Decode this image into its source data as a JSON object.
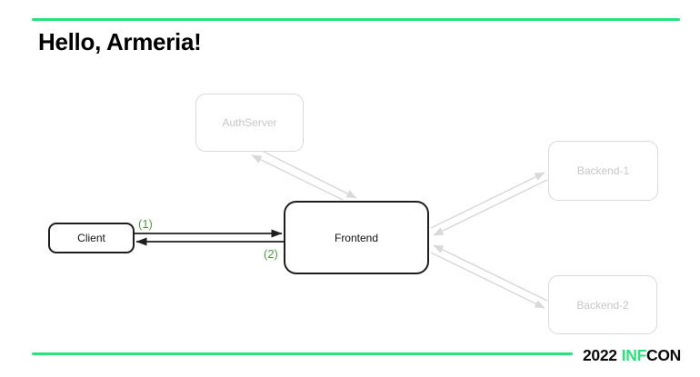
{
  "slide": {
    "title": "Hello, Armeria!"
  },
  "diagram": {
    "nodes": [
      {
        "id": "client",
        "label": "Client",
        "state": "active"
      },
      {
        "id": "frontend",
        "label": "Frontend",
        "state": "active"
      },
      {
        "id": "auth-server",
        "label": "AuthServer",
        "state": "inactive"
      },
      {
        "id": "backend-1",
        "label": "Backend-1",
        "state": "inactive"
      },
      {
        "id": "backend-2",
        "label": "Backend-2",
        "state": "inactive"
      }
    ],
    "edge_labels": {
      "request": "(1)",
      "response": "(2)"
    },
    "edges": [
      {
        "from": "client",
        "to": "frontend",
        "label": "(1)",
        "style": "active"
      },
      {
        "from": "frontend",
        "to": "client",
        "label": "(2)",
        "style": "active"
      },
      {
        "from": "frontend",
        "to": "auth-server",
        "style": "inactive"
      },
      {
        "from": "auth-server",
        "to": "frontend",
        "style": "inactive"
      },
      {
        "from": "frontend",
        "to": "backend-1",
        "style": "inactive"
      },
      {
        "from": "backend-1",
        "to": "frontend",
        "style": "inactive"
      },
      {
        "from": "frontend",
        "to": "backend-2",
        "style": "inactive"
      },
      {
        "from": "backend-2",
        "to": "frontend",
        "style": "inactive"
      }
    ]
  },
  "footer": {
    "year": "2022",
    "brand_highlight": "INF",
    "brand_rest": "CON"
  },
  "colors": {
    "accent_green": "#2BE17B",
    "annotation_green": "#4F9D43",
    "inactive_border": "#D9D9D9",
    "inactive_text": "#C7C7C7",
    "active_border": "#1E1E1E"
  }
}
